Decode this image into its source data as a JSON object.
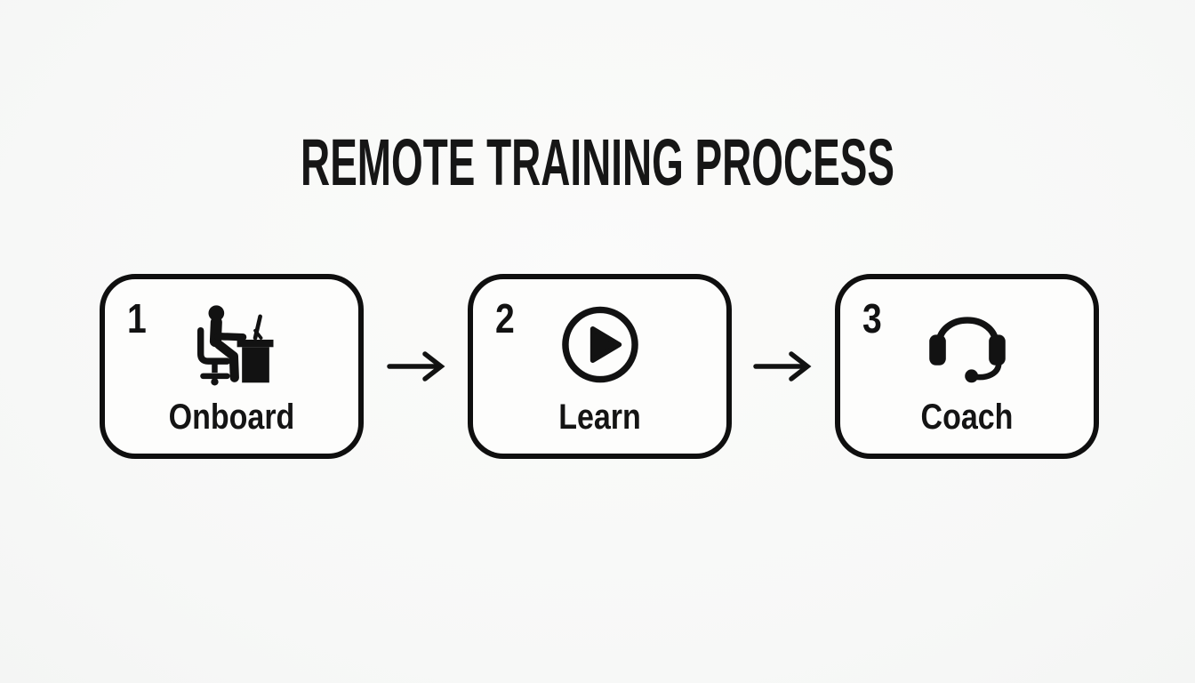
{
  "title": "REMOTE TRAINING PROCESS",
  "steps": [
    {
      "number": "1",
      "label": "Onboard",
      "icon": "person-at-desk-icon"
    },
    {
      "number": "2",
      "label": "Learn",
      "icon": "play-video-icon"
    },
    {
      "number": "3",
      "label": "Coach",
      "icon": "headset-mic-icon"
    }
  ],
  "connectors": [
    {
      "type": "arrow-right"
    },
    {
      "type": "arrow-right"
    }
  ],
  "colors": {
    "ink": "#121212",
    "background": "#f8f9f8",
    "box_fill": "#fdfdfc",
    "box_border": "#0f0f0f"
  }
}
